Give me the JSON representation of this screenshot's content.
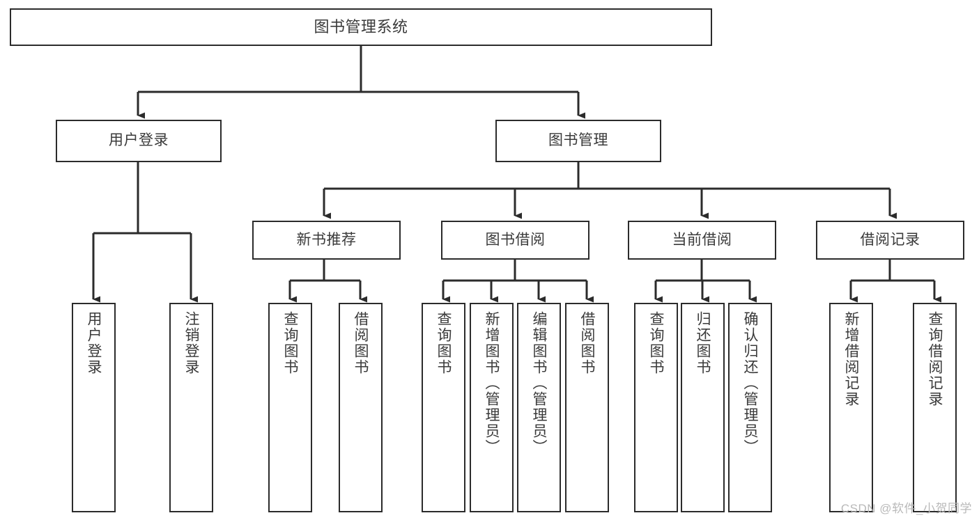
{
  "diagram": {
    "title": "图书管理系统",
    "type": "tree-hierarchy-diagram",
    "colors": {
      "stroke": "#2b2b2b",
      "fill": "#ffffff",
      "text": "#3a3a3a",
      "watermark": "#b9b9b9"
    },
    "nodes": {
      "root": {
        "label": "图书管理系统"
      },
      "level1": [
        {
          "label": "用户登录"
        },
        {
          "label": "图书管理"
        }
      ],
      "level2": [
        {
          "label": "新书推荐"
        },
        {
          "label": "图书借阅"
        },
        {
          "label": "当前借阅"
        },
        {
          "label": "借阅记录"
        }
      ],
      "leaves_user_login": [
        {
          "label": "用户登录"
        },
        {
          "label": "注销登录"
        }
      ],
      "leaves_new_book": [
        {
          "label": "查询图书"
        },
        {
          "label": "借阅图书"
        }
      ],
      "leaves_borrow": [
        {
          "label": "查询图书"
        },
        {
          "label": "新增图书（管理员）"
        },
        {
          "label": "编辑图书（管理员）"
        },
        {
          "label": "借阅图书"
        }
      ],
      "leaves_current": [
        {
          "label": "查询图书"
        },
        {
          "label": "归还图书"
        },
        {
          "label": "确认归还（管理员）"
        }
      ],
      "leaves_records": [
        {
          "label": "新增借阅记录"
        },
        {
          "label": "查询借阅记录"
        }
      ]
    }
  },
  "watermark": {
    "text": "CSDN @软件_小贺同学"
  }
}
